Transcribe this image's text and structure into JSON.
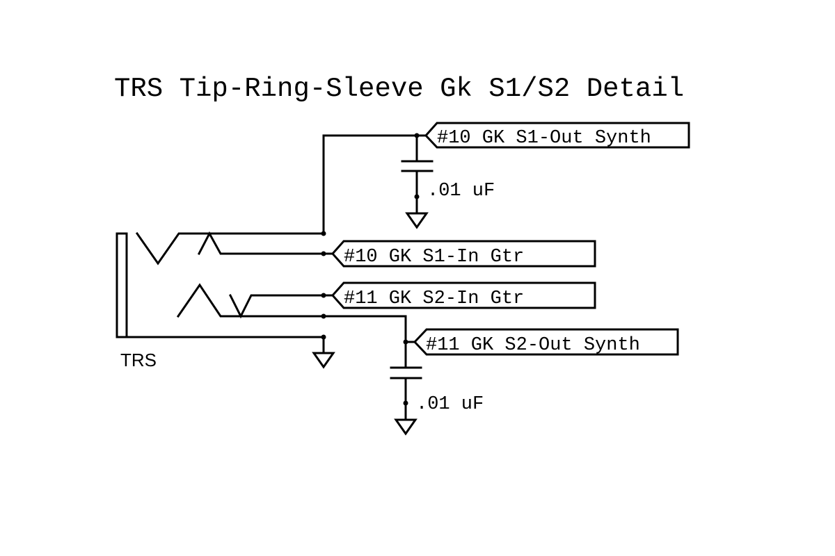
{
  "title": "TRS Tip-Ring-Sleeve Gk S1/S2 Detail",
  "jack": {
    "label": "TRS",
    "type": "TRS jack (tip, ring, sleeve)"
  },
  "net_labels": {
    "s1_out": "#10 GK S1-Out Synth",
    "s1_in": "#10 GK S1-In Gtr",
    "s2_in": "#11 GK S2-In Gtr",
    "s2_out": "#11 GK S2-Out Synth"
  },
  "capacitors": {
    "c1": {
      "value": ".01 uF"
    },
    "c2": {
      "value": ".01 uF"
    }
  },
  "grounds": [
    "ground-c1",
    "ground-sleeve",
    "ground-c2"
  ],
  "colors": {
    "ink": "#000000",
    "background": "#ffffff"
  }
}
